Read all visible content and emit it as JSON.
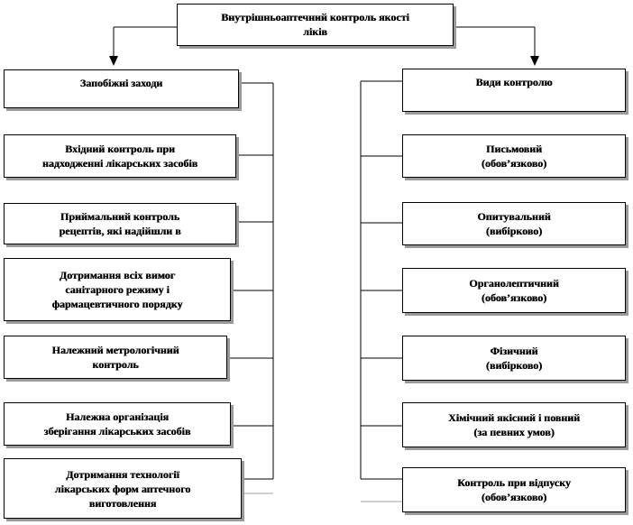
{
  "root": {
    "label": "Внутрішньоаптечний  контроль  якості\nліків"
  },
  "left_column": {
    "header": "Запобіжні заходи",
    "items": [
      "Вхідний  контроль  при\nнадходженні лікарських  засобів",
      "Приймальний  контроль\nрецептів, які надійшли  в",
      "Дотримання всіх вимог\nсанітарного режиму і\nфармацевтичного порядку",
      "Належний метрологічний\nконтроль",
      "Належна організація\nзберігання лікарських  засобів",
      "Дотримання технології\nлікарських  форм аптечного\nвиготовлення"
    ]
  },
  "right_column": {
    "header": "Види контролю",
    "items": [
      "Письмовий\n(обов’язково)",
      "Опитувальний\n(вибірково)",
      "Органолептичний\n(обов’язково)",
      "Фізичний\n(вибірково)",
      "Хімічний якісний і повний\n(за певних умов)",
      "Контроль при відпуску\n(обов’язково)"
    ]
  }
}
